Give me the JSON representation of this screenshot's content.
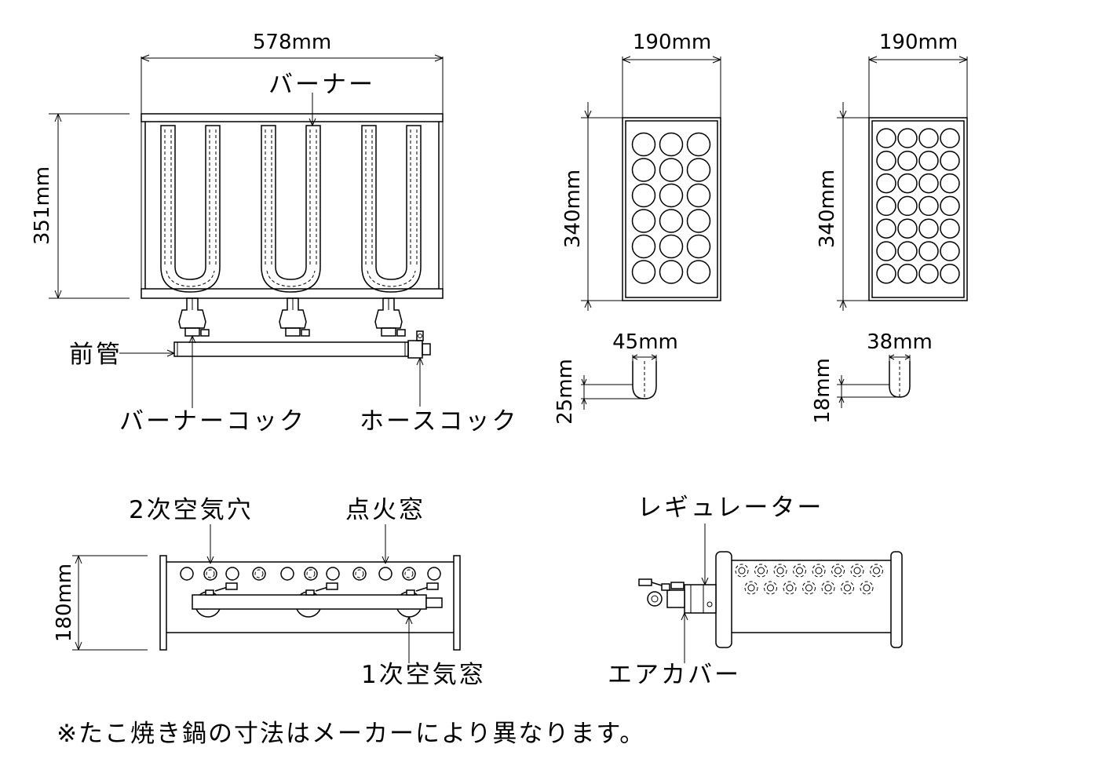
{
  "dimensions": {
    "front_width": "578mm",
    "front_depth": "351mm",
    "plate_a_width": "190mm",
    "plate_a_length": "340mm",
    "plate_b_width": "190mm",
    "plate_b_length": "340mm",
    "hole_a_diameter": "45mm",
    "hole_a_depth": "25mm",
    "hole_b_diameter": "38mm",
    "hole_b_depth": "18mm",
    "side_height": "180mm"
  },
  "labels": {
    "burner": "バーナー",
    "front_pipe": "前管",
    "burner_cock": "バーナーコック",
    "hose_cock": "ホースコック",
    "secondary_air_hole": "2次空気穴",
    "ignition_window": "点火窓",
    "primary_air_window": "1次空気窓",
    "regulator": "レギュレーター",
    "air_cover": "エアカバー"
  },
  "note": "※たこ焼き鍋の寸法はメーカーにより異なります。"
}
